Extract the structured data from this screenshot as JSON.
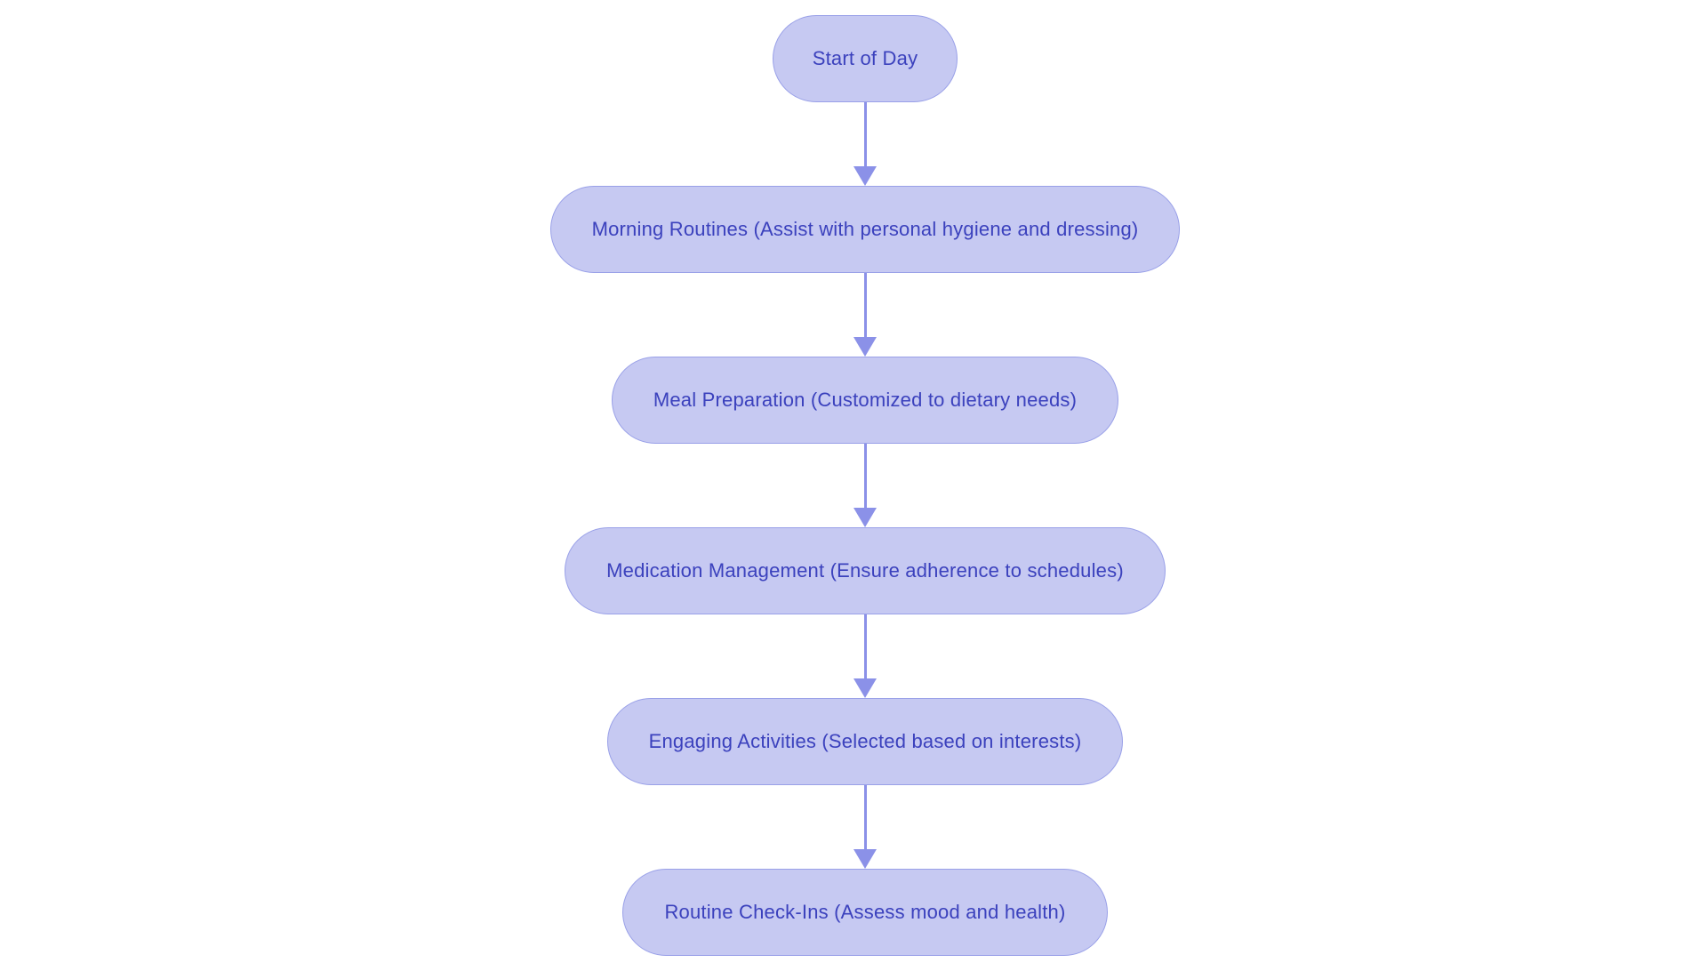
{
  "diagram": {
    "type": "flowchart",
    "direction": "top-down",
    "background": "#ffffff",
    "colors": {
      "node_fill": "#c6c9f2",
      "node_border": "#99a0e8",
      "node_text": "#3b41bd",
      "arrow": "#8b91e8"
    },
    "nodes": [
      {
        "id": "start-of-day",
        "label": "Start of Day"
      },
      {
        "id": "morning-routines",
        "label": "Morning Routines (Assist with personal hygiene and dressing)"
      },
      {
        "id": "meal-preparation",
        "label": "Meal Preparation (Customized to dietary needs)"
      },
      {
        "id": "medication-management",
        "label": "Medication Management (Ensure adherence to schedules)"
      },
      {
        "id": "engaging-activities",
        "label": "Engaging Activities (Selected based on interests)"
      },
      {
        "id": "routine-check-ins",
        "label": "Routine Check-Ins (Assess mood and health)"
      }
    ],
    "edges": [
      {
        "from": "start-of-day",
        "to": "morning-routines"
      },
      {
        "from": "morning-routines",
        "to": "meal-preparation"
      },
      {
        "from": "meal-preparation",
        "to": "medication-management"
      },
      {
        "from": "medication-management",
        "to": "engaging-activities"
      },
      {
        "from": "engaging-activities",
        "to": "routine-check-ins"
      }
    ]
  }
}
